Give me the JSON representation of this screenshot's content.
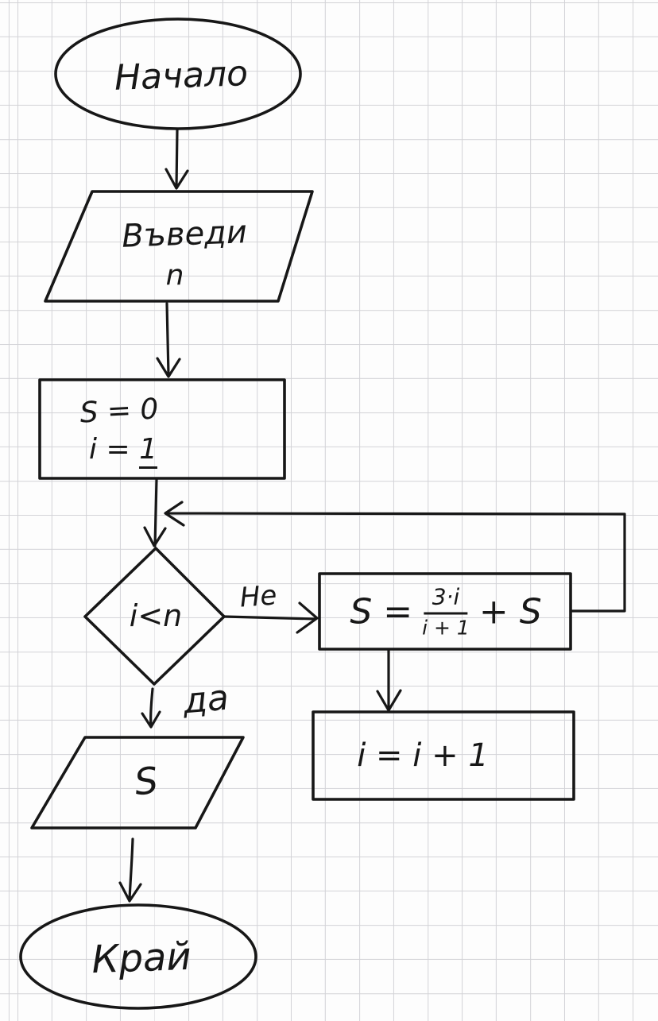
{
  "colors": {
    "ink": "#171717",
    "grid": "#d3d3d7",
    "paper": "#fdfdfd"
  },
  "flowchart": {
    "start": {
      "label": "Начало"
    },
    "input": {
      "line1": "Въведи",
      "line2": "n"
    },
    "init": {
      "line1": "S = 0",
      "line2_prefix": "i = ",
      "line2_value": "1"
    },
    "decision": {
      "label": "i<n"
    },
    "branches": {
      "no": "Не",
      "yes": "да"
    },
    "calc": {
      "lhs": "S =",
      "numerator": "3·i",
      "denominator": "i + 1",
      "rhs": "+ S"
    },
    "increment": {
      "label": "i = i + 1"
    },
    "output": {
      "label": "S"
    },
    "end": {
      "label": "Край"
    }
  }
}
